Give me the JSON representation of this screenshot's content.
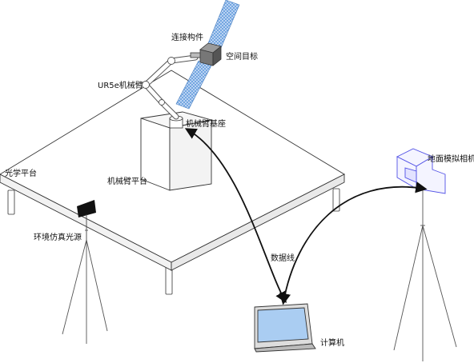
{
  "labels": {
    "connector": "连接构件",
    "space_target": "空间目标",
    "robot_arm": "UR5e机械臂",
    "arm_base": "机械臂基座",
    "optical_platform": "光学平台",
    "arm_platform": "机械臂平台",
    "env_light": "环境仿真光源",
    "data_line": "数据线",
    "computer": "计算机",
    "ground_camera": "地面模拟相机"
  },
  "colors": {
    "line": "#2a2a2a",
    "satellite_panel": "#6aa0de",
    "camera_outline": "#5050e6",
    "monitor_screen": "#aacdf2",
    "cube_dark": "#555555"
  }
}
